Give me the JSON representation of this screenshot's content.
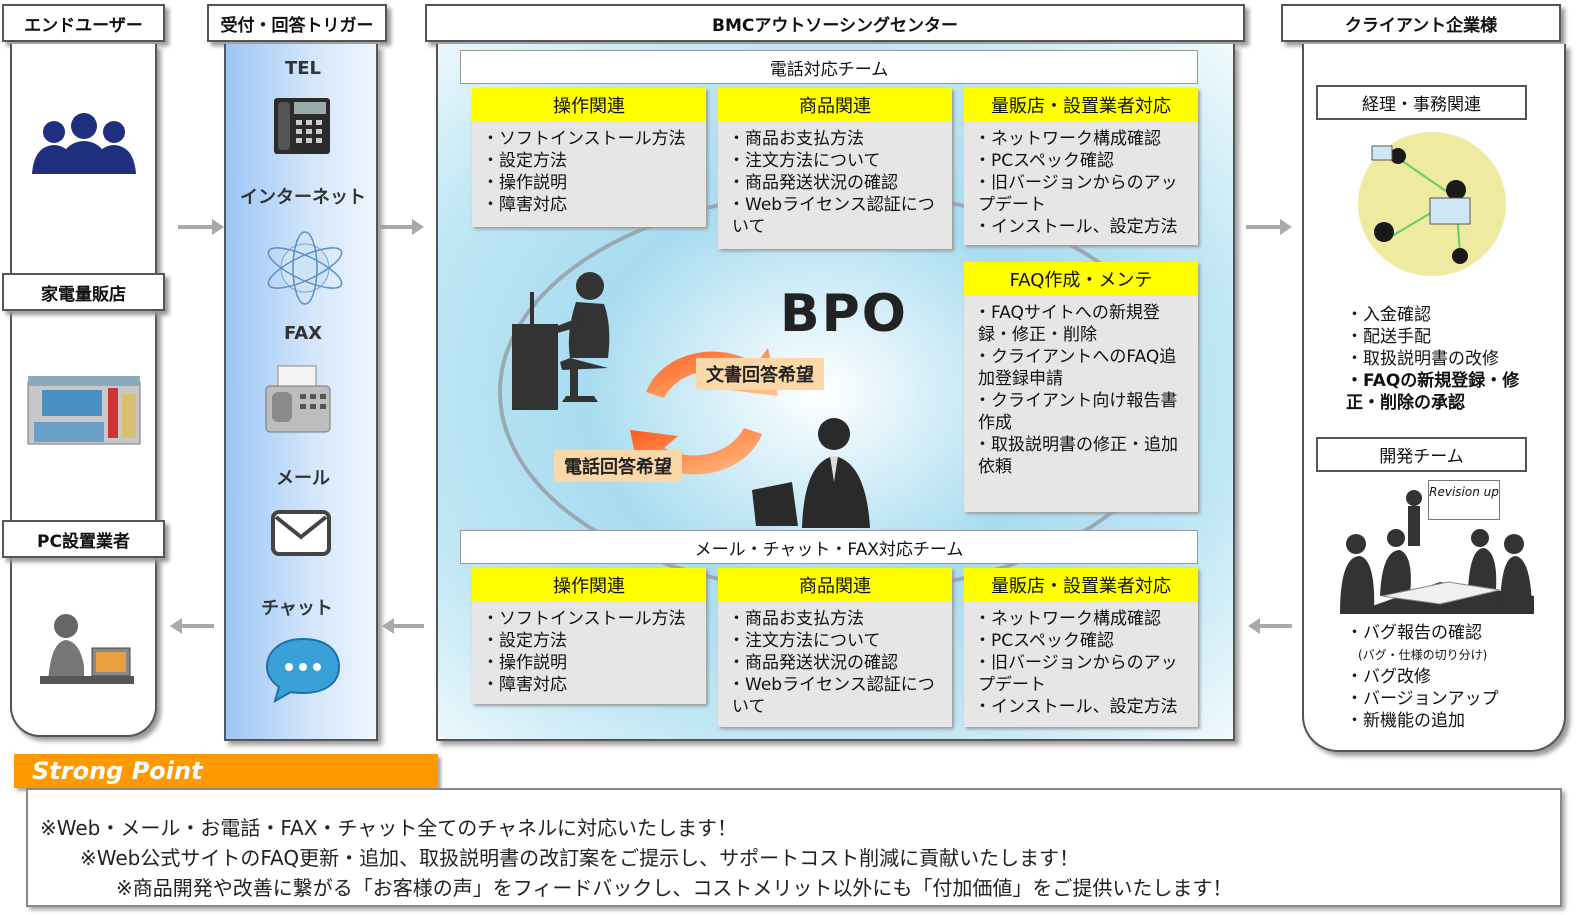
{
  "headers": {
    "end_user": "エンドユーザー",
    "trigger": "受付・回答トリガー",
    "center": "BMCアウトソーシングセンター",
    "client": "クライアント企業様"
  },
  "end_user_labels": [
    "家電量販店",
    "PC設置業者"
  ],
  "channels": [
    "TEL",
    "インターネット",
    "FAX",
    "メール",
    "チャット"
  ],
  "phone_team": "電話対応チーム",
  "mail_team": "メール・チャット・FAX対応チーム",
  "panels_top": [
    {
      "title": "操作関連",
      "items": [
        "ソフトインストール方法",
        "設定方法",
        "操作説明",
        "障害対応"
      ]
    },
    {
      "title": "商品関連",
      "items": [
        "商品お支払方法",
        "注文方法について",
        "商品発送状況の確認",
        "Webライセンス認証について"
      ]
    },
    {
      "title": "量販店・設置業者対応",
      "items": [
        "ネットワーク構成確認",
        "PCスペック確認",
        "旧バージョンからのアップデート",
        "インストール、設定方法"
      ]
    }
  ],
  "faq_panel": {
    "title": "FAQ作成・メンテ",
    "items": [
      "FAQサイトへの新規登録・修正・削除",
      "クライアントへのFAQ追加登録申請",
      "クライアント向け報告書作成",
      "取扱説明書の修正・追加依頼"
    ]
  },
  "panels_bottom": [
    {
      "title": "操作関連",
      "items": [
        "ソフトインストール方法",
        "設定方法",
        "操作説明",
        "障害対応"
      ]
    },
    {
      "title": "商品関連",
      "items": [
        "商品お支払方法",
        "注文方法について",
        "商品発送状況の確認",
        "Webライセンス認証について"
      ]
    },
    {
      "title": "量販店・設置業者対応",
      "items": [
        "ネットワーク構成確認",
        "PCスペック確認",
        "旧バージョンからのアップデート",
        "インストール、設定方法"
      ]
    }
  ],
  "bpo": {
    "label": "BPO",
    "written": "文書回答希望",
    "phone": "電話回答希望"
  },
  "client": {
    "accounting_title": "経理・事務関連",
    "accounting_items": [
      "入金確認",
      "配送手配",
      "取扱説明書の改修",
      "FAQの新規登録・修正・削除の承認"
    ],
    "dev_title": "開発チーム",
    "revision_note": "Revision up",
    "dev_items": [
      "バグ報告の確認",
      "バグ改修",
      "バージョンアップ",
      "新機能の追加"
    ],
    "dev_sub": "(バグ・仕様の切り分け)"
  },
  "strong_point": {
    "title": "Strong  Point",
    "lines": [
      "※Web・メール・お電話・FAX・チャット全てのチャネルに対応いたします！",
      "※Web公式サイトのFAQ更新・追加、取扱説明書の改訂案をご提示し、サポートコスト削減に貢献いたします！",
      "※商品開発や改善に繋がる「お客様の声」をフィードバックし、コストメリット以外にも「付加価値」をご提供いたします！"
    ]
  },
  "colors": {
    "yellow": "#ffff00",
    "orange": "#ff9900",
    "navy": "#1f2f80",
    "panel_gray": "#e6e6e6"
  }
}
